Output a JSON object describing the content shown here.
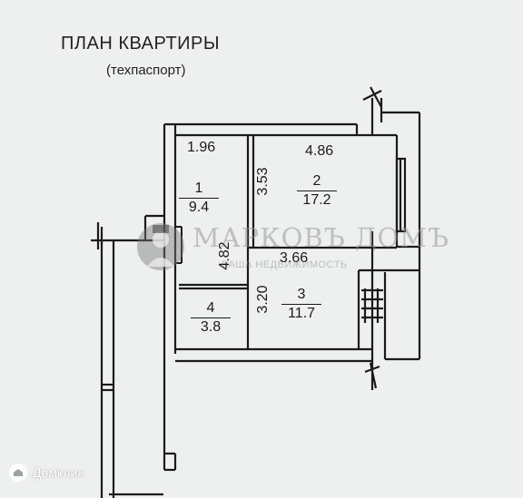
{
  "header": {
    "title": "ПЛАН КВАРТИРЫ",
    "subtitle": "(техпаспорт)"
  },
  "rooms": [
    {
      "number": "1",
      "area": "9.4"
    },
    {
      "number": "2",
      "area": "17.2"
    },
    {
      "number": "3",
      "area": "11.7"
    },
    {
      "number": "4",
      "area": "3.8"
    }
  ],
  "dimensions": {
    "room1_width": "1.96",
    "room2_width": "4.86",
    "room2_depth": "3.53",
    "room3_width": "3.66",
    "room3_depth": "3.20",
    "room1_depth": "4.82"
  },
  "watermark": {
    "brand": "МАРКОВЪ ДОМЪ",
    "tagline": "ВАША НЕДВИЖИМОСТЬ",
    "logo_icon": "portrait-logo-icon"
  },
  "source_badge": {
    "label": "Домклик",
    "icon": "house-icon"
  },
  "colors": {
    "background": "#eef0f0",
    "lines": "#1a1a1a",
    "watermark": "#969696"
  }
}
